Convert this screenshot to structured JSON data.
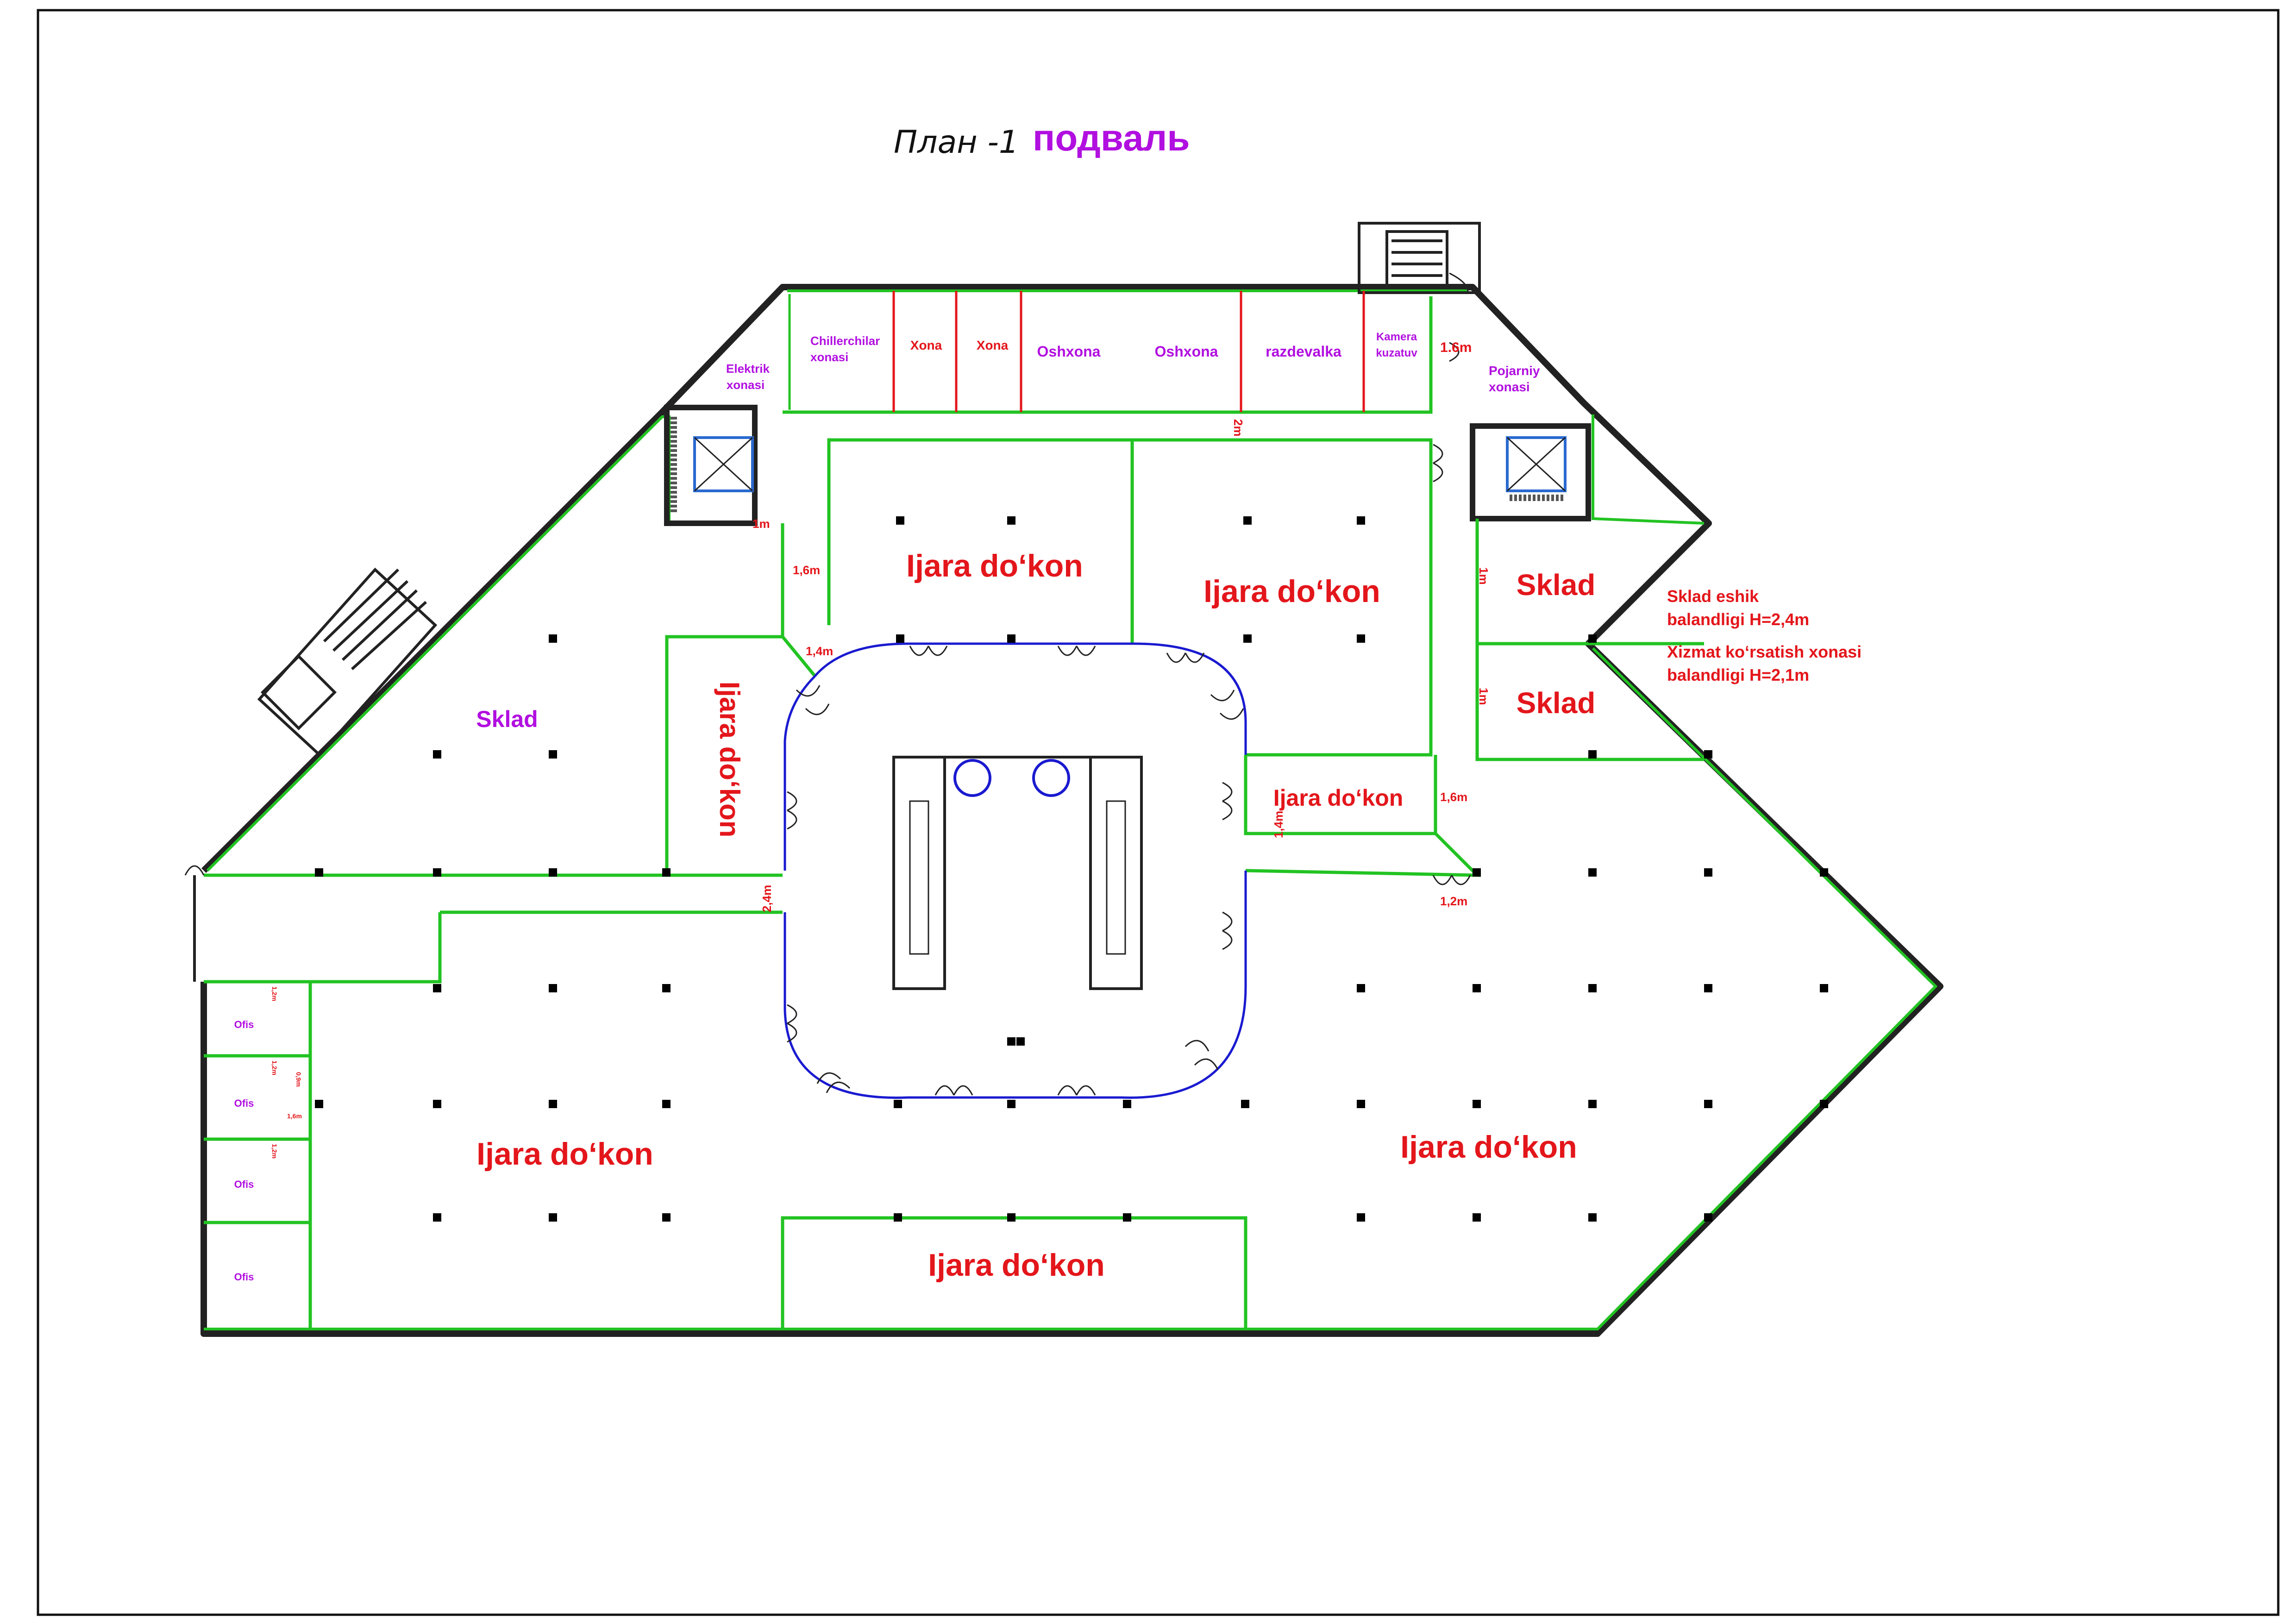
{
  "title": {
    "plan": "План -1",
    "level": "подваль"
  },
  "colors": {
    "wall": "#222222",
    "partition": "#22c322",
    "atrium": "#1a1ad0",
    "label_red": "#e3161b",
    "label_purple": "#b10fe0",
    "column": "#000000"
  },
  "rooms": {
    "elektrik": [
      "Elektrik",
      "xonasi"
    ],
    "chiller": [
      "Chillerchilar",
      "xonasi"
    ],
    "xona1": "Xona",
    "xona2": "Xona",
    "oshxona1": "Oshxona",
    "oshxona2": "Oshxona",
    "razdevalka": "razdevalka",
    "kamera": [
      "Kamera",
      "kuzatuv"
    ],
    "pojarniy": [
      "Pojarniy",
      "xonasi"
    ],
    "ijara_top_left": "Ijara do‘kon",
    "ijara_top_right": "Ijara do‘kon",
    "ijara_vertical": "Ijara do‘kon",
    "ijara_small_right": "Ijara do‘kon",
    "ijara_bottom_left": "Ijara do‘kon",
    "ijara_bottom_center": "Ijara do‘kon",
    "ijara_bottom_right": "Ijara do‘kon",
    "sklad_left": "Sklad",
    "sklad_right_1": "Sklad",
    "sklad_right_2": "Sklad",
    "ofis": [
      "Ofis",
      "Ofis",
      "Ofis",
      "Ofis"
    ]
  },
  "notes": {
    "sklad_door": [
      "Sklad eshik",
      "balandligi H=2,4m"
    ],
    "service_room": [
      "Xizmat ko‘rsatish xonasi",
      "balandligi H=2,1m"
    ]
  },
  "dimensions": {
    "d_1_6m_top": "1.6m",
    "d_2m": "2m",
    "d_1m_left": "1m",
    "d_1_6m_left": "1,6m",
    "d_1_4m_left": "1,4m",
    "d_2_4m": "2,4m",
    "d_1m_right_a": "1m",
    "d_1m_right_b": "1m",
    "d_1_6m_right": "1,6m",
    "d_1_4m_right": "1,4m",
    "d_1_2m": "1,2m",
    "d_ofis_1": "1,2m",
    "d_ofis_2": "1,2m",
    "d_ofis_3": "1,2m",
    "d_ofis_4": "0,9m",
    "d_ofis_5": "1,6m"
  }
}
